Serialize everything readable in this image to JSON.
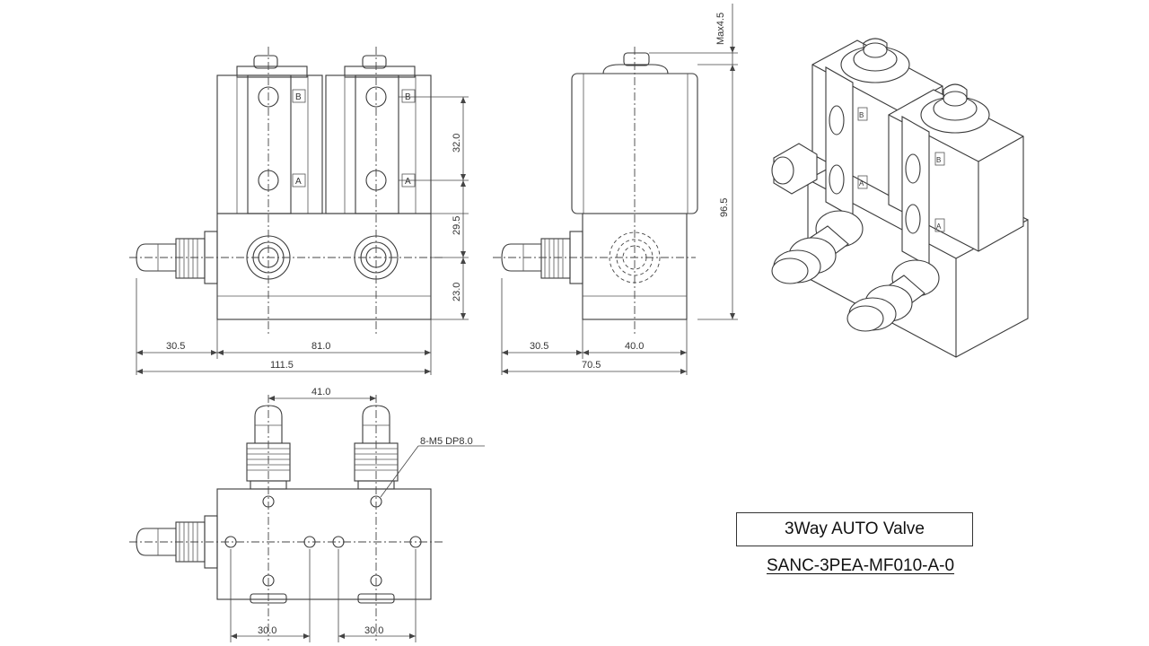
{
  "title": "3Way AUTO Valve",
  "part_number": "SANC-3PEA-MF010-A-0",
  "front_view": {
    "port_labels": [
      "B",
      "A",
      "B",
      "A"
    ],
    "dimensions": {
      "fitting_offset": "30.5",
      "body_width": "81.0",
      "overall_width": "111.5",
      "port_spacing": "32.0",
      "coil_lower": "29.5",
      "base_height": "23.0"
    }
  },
  "side_view": {
    "dimensions": {
      "max_stroke": "Max4.5",
      "overall_height": "96.5",
      "fitting_offset": "30.5",
      "body_depth": "40.0",
      "overall_depth": "70.5"
    }
  },
  "bottom_view": {
    "dimensions": {
      "fitting_spacing": "41.0",
      "hole_note": "8-M5 DP8.0",
      "hole_spacing_left": "30.0",
      "hole_spacing_right": "30.0"
    }
  },
  "iso_view": {
    "port_labels": [
      "B",
      "A",
      "B",
      "A"
    ]
  }
}
